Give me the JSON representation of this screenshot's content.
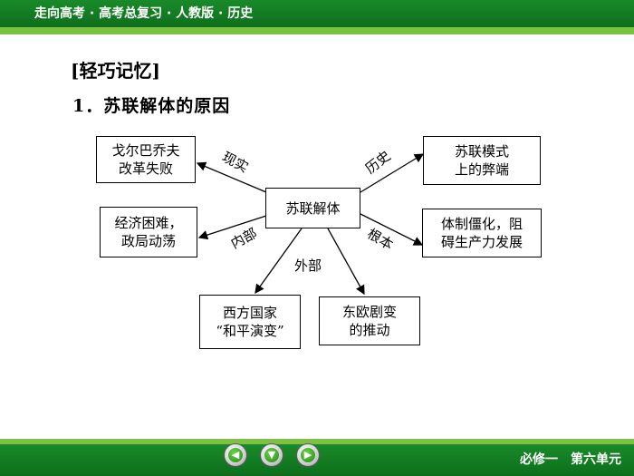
{
  "header": {
    "title": "走向高考 · 高考总复习 · 人教版 · 历史"
  },
  "content": {
    "section_title": "[轻巧记忆]",
    "sub_title": "1．苏联解体的原因"
  },
  "diagram": {
    "center": "苏联解体",
    "nodes": {
      "top_left": [
        "戈尔巴乔夫",
        "改革失败"
      ],
      "top_right": [
        "苏联模式",
        "上的弊端"
      ],
      "mid_left": [
        "经济困难，",
        "政局动荡"
      ],
      "mid_right": [
        "体制僵化，阻",
        "碍生产力发展"
      ],
      "bottom_left": [
        "西方国家",
        "“和平演变”"
      ],
      "bottom_right": [
        "东欧剧变",
        "的推动"
      ]
    },
    "edge_labels": {
      "reality": "现实",
      "history": "历史",
      "internal": "内部",
      "root": "根本",
      "external": "外部"
    }
  },
  "navigation": {
    "prev_icon": "arrow-left-icon",
    "down_icon": "arrow-down-icon",
    "next_icon": "arrow-right-icon"
  },
  "footer": {
    "text": "必修一　第六单元"
  },
  "colors": {
    "bar_green": "#0d6e1c",
    "stripe_green": "#7cc242"
  }
}
